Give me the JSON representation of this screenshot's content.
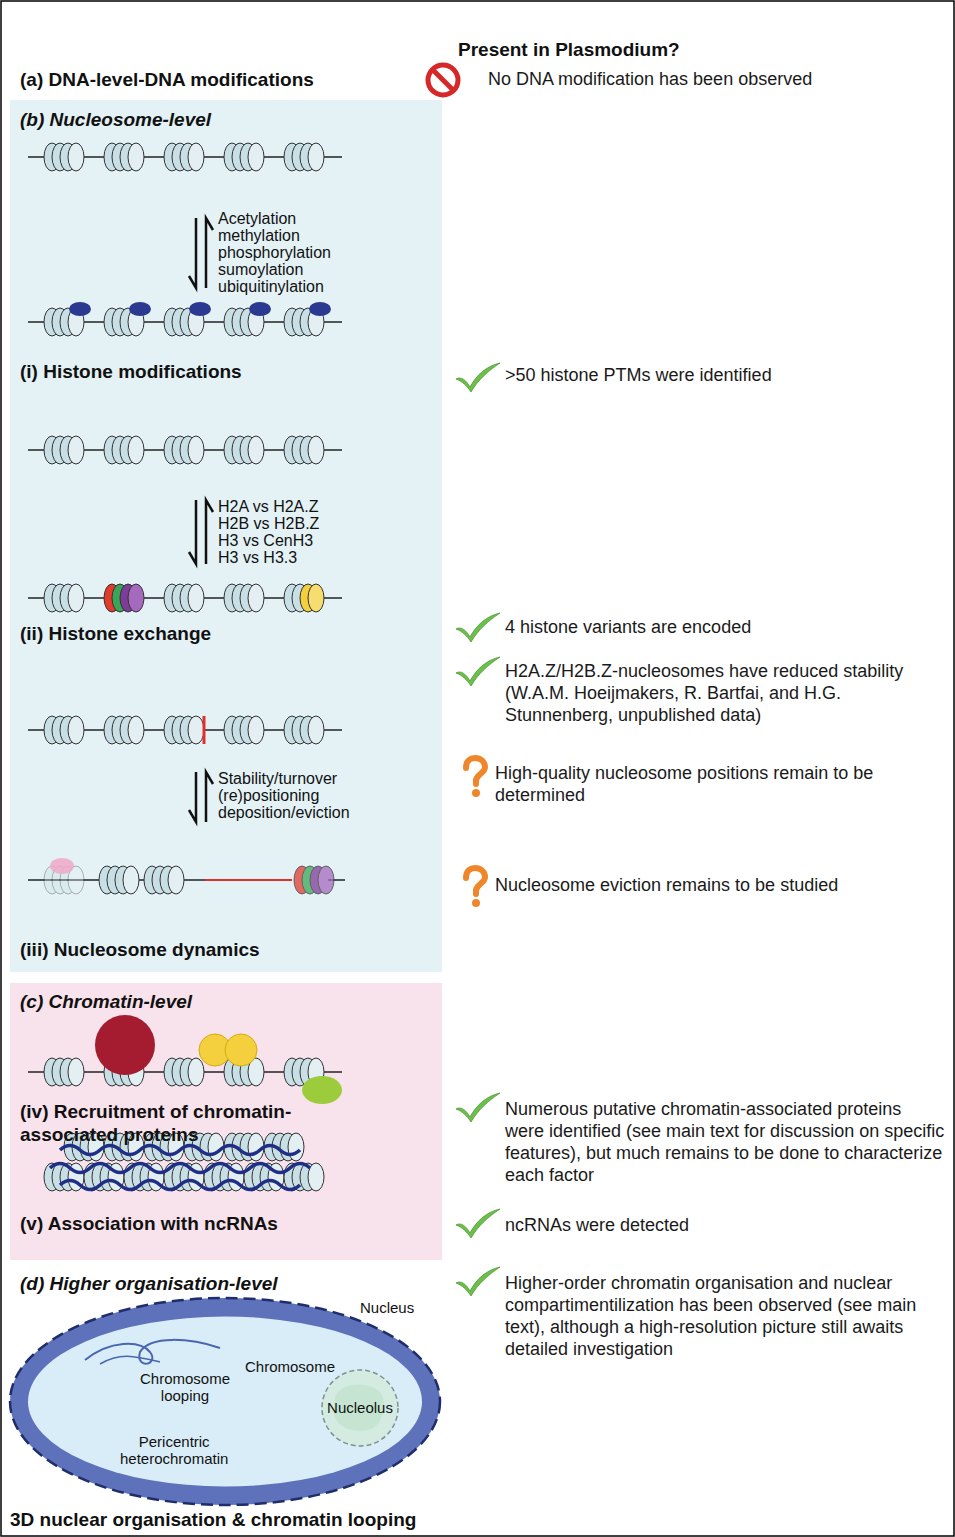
{
  "diagram": {
    "title": "Present in Plasmodium?",
    "nodes": [
      {
        "text": [
          "(b) Nucleosome-level",
          "(i) Histone modifications",
          "(ii) Histone exchange",
          "(iii) Nucleosome dynamics"
        ]
      },
      {
        "text": [
          "(c) Chromatin-level",
          "(iv) Recruitment of chromatin-associated proteins",
          "(v) Association with ncRNAs"
        ]
      },
      {
        "text": [
          "Nucleus",
          "Chromosome",
          "Chromosome looping",
          "Pericentric heterochromatin"
        ]
      },
      {
        "text": [
          "Nucleolus"
        ],
        "in": 2
      }
    ],
    "labels": [
      "(a) DNA-level-DNA modifications",
      "No DNA modification has been observed",
      "Acetylation methylation phosphorylation sumoylation ubiquitinylation",
      ">50 histone PTMs were identified",
      "H2A vs H2A.Z",
      "H2B vs H2B.Z",
      "H3 vs CenH3",
      "H3 vs H3.3",
      "4 histone variants are encoded",
      "H2A.Z/H2B.Z-nucleosomes have reduced stability (W.A.M. Hoeijmakers, R. Bartfai, and H.G. Stunnenberg, unpublished data)",
      "Stability/turnover (re)positioning deposition/eviction",
      "High-quality nucleosome positions remain to be determined",
      "Nucleosome eviction remains to be studied",
      "Numerous putative chromatin-associated proteins were identified (see main text for discussion on specific features), but much remains to be done to characterize each factor",
      "ncRNAs were detected",
      "(d) Higher organisation-level",
      "Higher-order chromatin organisation and nuclear compartimentilization has been observed (see main text), although a high-resolution picture still awaits detailed investigation",
      "3D nuclear organisation & chromatin looping"
    ]
  }
}
